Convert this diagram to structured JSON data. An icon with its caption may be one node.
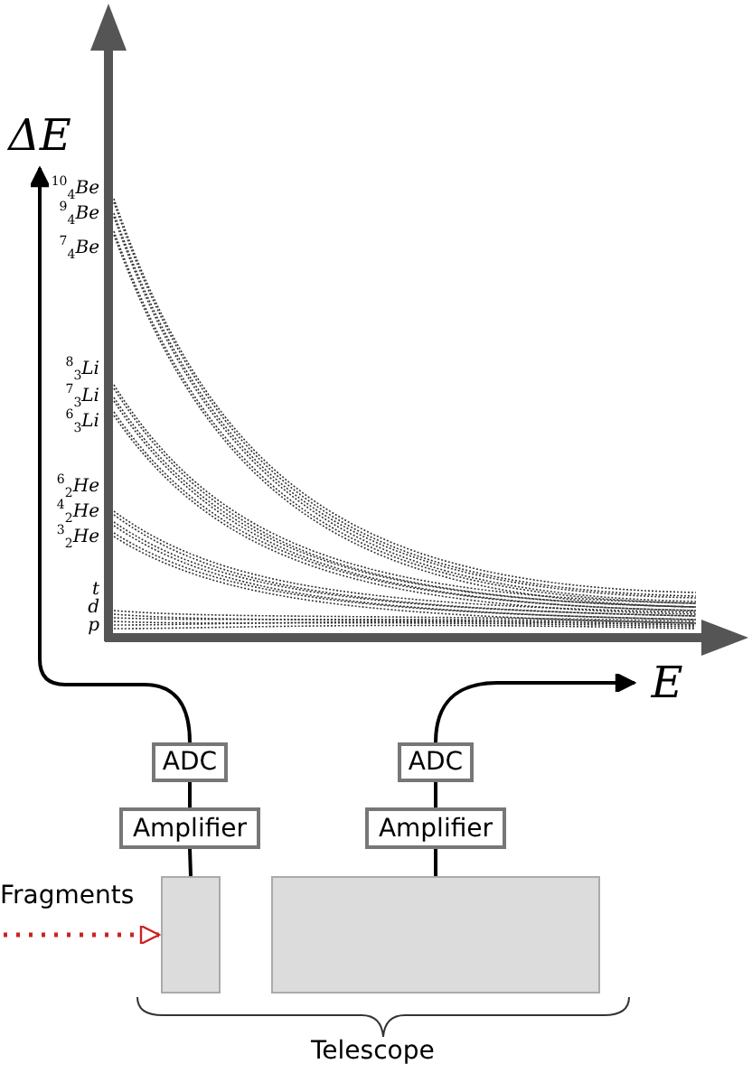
{
  "diagram": {
    "nodes": [
      {
        "text": [
          "ΔE"
        ]
      },
      {
        "text": [
          "E"
        ]
      },
      {
        "text": [
          "ADC"
        ]
      },
      {
        "text": [
          "ADC"
        ]
      },
      {
        "text": [
          "Amplifier"
        ]
      },
      {
        "text": [
          "Amplifier"
        ]
      },
      {
        "text": [],
        "shape": "box"
      },
      {
        "text": [],
        "shape": "box"
      }
    ],
    "edges": [
      {
        "from": 6,
        "to": 4,
        "arrow": "none"
      },
      {
        "from": 4,
        "to": 2,
        "arrow": "none"
      },
      {
        "from": 2,
        "to": 0,
        "arrow": "to"
      },
      {
        "from": 7,
        "to": 5,
        "arrow": "none"
      },
      {
        "from": 5,
        "to": 3,
        "arrow": "none"
      },
      {
        "from": 3,
        "to": 1,
        "arrow": "to"
      },
      {
        "from": null,
        "to": 6,
        "arrow": "to",
        "label": "Fragments",
        "style": "dashed",
        "color": "#cc2222"
      }
    ],
    "labels": [
      "$^{10}$$_{4}$*Be*",
      "$^{9}$$_{4}$*Be*",
      "$^{7}$$_{4}$*Be*",
      "$^{8}$$_{3}$*Li*",
      "$^{7}$$_{3}$*Li*",
      "$^{6}$$_{3}$*Li*",
      "$^{6}$$_{2}$*He*",
      "$^{4}$$_{2}$*He*",
      "$^{3}$$_{2}$*He*",
      "*t*",
      "*d*",
      "*p*",
      "Telescope"
    ]
  }
}
